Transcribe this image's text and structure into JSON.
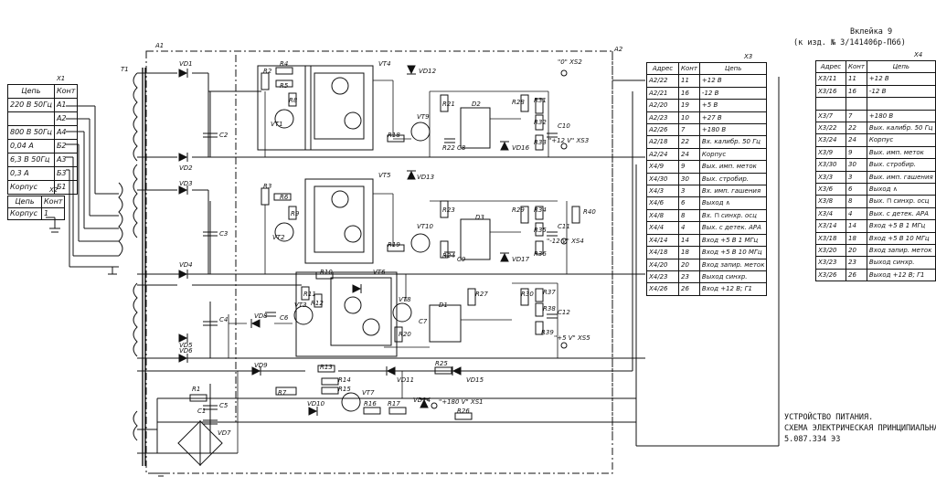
{
  "header": {
    "insert_line1": "Вклейка 9",
    "insert_line2": "(к изд. № 3/141406р-П66)"
  },
  "title_block": {
    "line1": "УСТРОЙСТВО ПИТАНИЯ.",
    "line2": "СХЕМА ЭЛЕКТРИЧЕСКАЯ ПРИНЦИПИАЛЬНАЯ",
    "line3": "5.087.334 ЭЗ"
  },
  "connector_x1": {
    "name": "X1",
    "headers": [
      "Цепь",
      "Конт"
    ],
    "rows": [
      [
        "220 В 50Гц",
        "А1"
      ],
      [
        "",
        "А2"
      ],
      [
        "800 В 50Гц",
        "А4"
      ],
      [
        "0,04 А",
        "Б2"
      ],
      [
        "6,3 В 50Гц",
        "А3"
      ],
      [
        "0,3 А",
        "Б3"
      ],
      [
        "Корпус",
        "Б1"
      ]
    ]
  },
  "connector_x2": {
    "name": "X2",
    "headers": [
      "Цепь",
      "Конт"
    ],
    "rows": [
      [
        "Корпус",
        "1"
      ]
    ]
  },
  "connector_x3": {
    "name": "X3",
    "headers": [
      "Адрес",
      "Конт",
      "Цепь"
    ],
    "rows": [
      [
        "А2/22",
        "11",
        "+12 В"
      ],
      [
        "А2/21",
        "16",
        "-12 В"
      ],
      [
        "А2/20",
        "19",
        "+5 В"
      ],
      [
        "А2/23",
        "10",
        "+27 В"
      ],
      [
        "А2/26",
        "7",
        "+180 В"
      ],
      [
        "А2/18",
        "22",
        "Вх. калибр. 50 Гц"
      ],
      [
        "А2/24",
        "24",
        "Корпус"
      ],
      [
        "X4/9",
        "9",
        "Вых. имп. меток"
      ],
      [
        "X4/30",
        "30",
        "Вых. стробир."
      ],
      [
        "X4/3",
        "3",
        "Вх. имп. гашения"
      ],
      [
        "X4/6",
        "6",
        "Выход ∧"
      ],
      [
        "X4/8",
        "8",
        "Вх. ⊓ синхр. осц"
      ],
      [
        "X4/4",
        "4",
        "Вых. с детек. АРА"
      ],
      [
        "X4/14",
        "14",
        "Вход +5 В 1 МГц"
      ],
      [
        "X4/18",
        "18",
        "Вход +5 В 10 МГц"
      ],
      [
        "X4/20",
        "20",
        "Вход запир. меток"
      ],
      [
        "X4/23",
        "23",
        "Выход синхр."
      ],
      [
        "X4/26",
        "26",
        "Вход +12 В; Г1"
      ]
    ]
  },
  "connector_x4": {
    "name": "X4",
    "headers": [
      "Адрес",
      "Конт",
      "Цепь"
    ],
    "rows": [
      [
        "X3/11",
        "11",
        "+12 В"
      ],
      [
        "X3/16",
        "16",
        "-12 В"
      ],
      [
        "",
        "",
        ""
      ],
      [
        "X3/7",
        "7",
        "+180 В"
      ],
      [
        "X3/22",
        "22",
        "Вых. калибр. 50 Гц"
      ],
      [
        "X3/24",
        "24",
        "Корпус"
      ],
      [
        "X3/9",
        "9",
        "Вых. имп. меток"
      ],
      [
        "X3/30",
        "30",
        "Вых. стробир."
      ],
      [
        "X3/3",
        "3",
        "Вых. имп. гашения"
      ],
      [
        "X3/6",
        "6",
        "Выход ∧"
      ],
      [
        "X3/8",
        "8",
        "Вых. ⊓ синхр. осц"
      ],
      [
        "X3/4",
        "4",
        "Вых. с детек. АРА"
      ],
      [
        "X3/14",
        "14",
        "Вход +5 В 1 МГц"
      ],
      [
        "X3/18",
        "18",
        "Вход +5 В 10 МГц"
      ],
      [
        "X3/20",
        "20",
        "Вход запир. меток"
      ],
      [
        "X3/23",
        "23",
        "Выход синхр."
      ],
      [
        "X3/26",
        "26",
        "Выход +12 В; Г1"
      ]
    ]
  },
  "assemblies": {
    "a1": "А1",
    "a2": "А2",
    "x1": "X1",
    "x2": "X2",
    "x3": "X3",
    "x4": "X4"
  },
  "transformer": {
    "name": "T1"
  },
  "test_points": {
    "xs2": "\"0\" XS2",
    "xs3": "\"+12 V\" XS3",
    "xs4": "\"-12 V\" XS4",
    "xs5": "\"+5 V\" XS5",
    "xs1": "\"+180 V\" XS1"
  },
  "designators": {
    "diodes": [
      "VD1",
      "VD2",
      "VD3",
      "VD4",
      "VD5",
      "VD6",
      "VD7",
      "VD8",
      "VD9",
      "VD10",
      "VD11",
      "VD12",
      "VD13",
      "VD14",
      "VD15",
      "VD16",
      "VD17"
    ],
    "transistors": [
      "VT1",
      "VT2",
      "VT3",
      "VT4",
      "VT5",
      "VT6",
      "VT7",
      "VT8",
      "VT9",
      "VT10"
    ],
    "capacitors": [
      "C1",
      "C2",
      "C3",
      "C4",
      "C5",
      "C6",
      "C7",
      "C8",
      "C9",
      "C10",
      "C11",
      "C12"
    ],
    "resistors": [
      "R1",
      "R2",
      "R3",
      "R4",
      "R5",
      "R6",
      "R7",
      "R8",
      "R9",
      "R10",
      "R11",
      "R12",
      "R13",
      "R14",
      "R15",
      "R16",
      "R17",
      "R18",
      "R19",
      "R20",
      "R21",
      "R22",
      "R23",
      "R24",
      "R25",
      "R26",
      "R27",
      "R28",
      "R29",
      "R30",
      "R31",
      "R32",
      "R33",
      "R34",
      "R35",
      "R36",
      "R37",
      "R38",
      "R39",
      "R40"
    ],
    "ics": [
      "D1",
      "D2",
      "D3"
    ]
  }
}
